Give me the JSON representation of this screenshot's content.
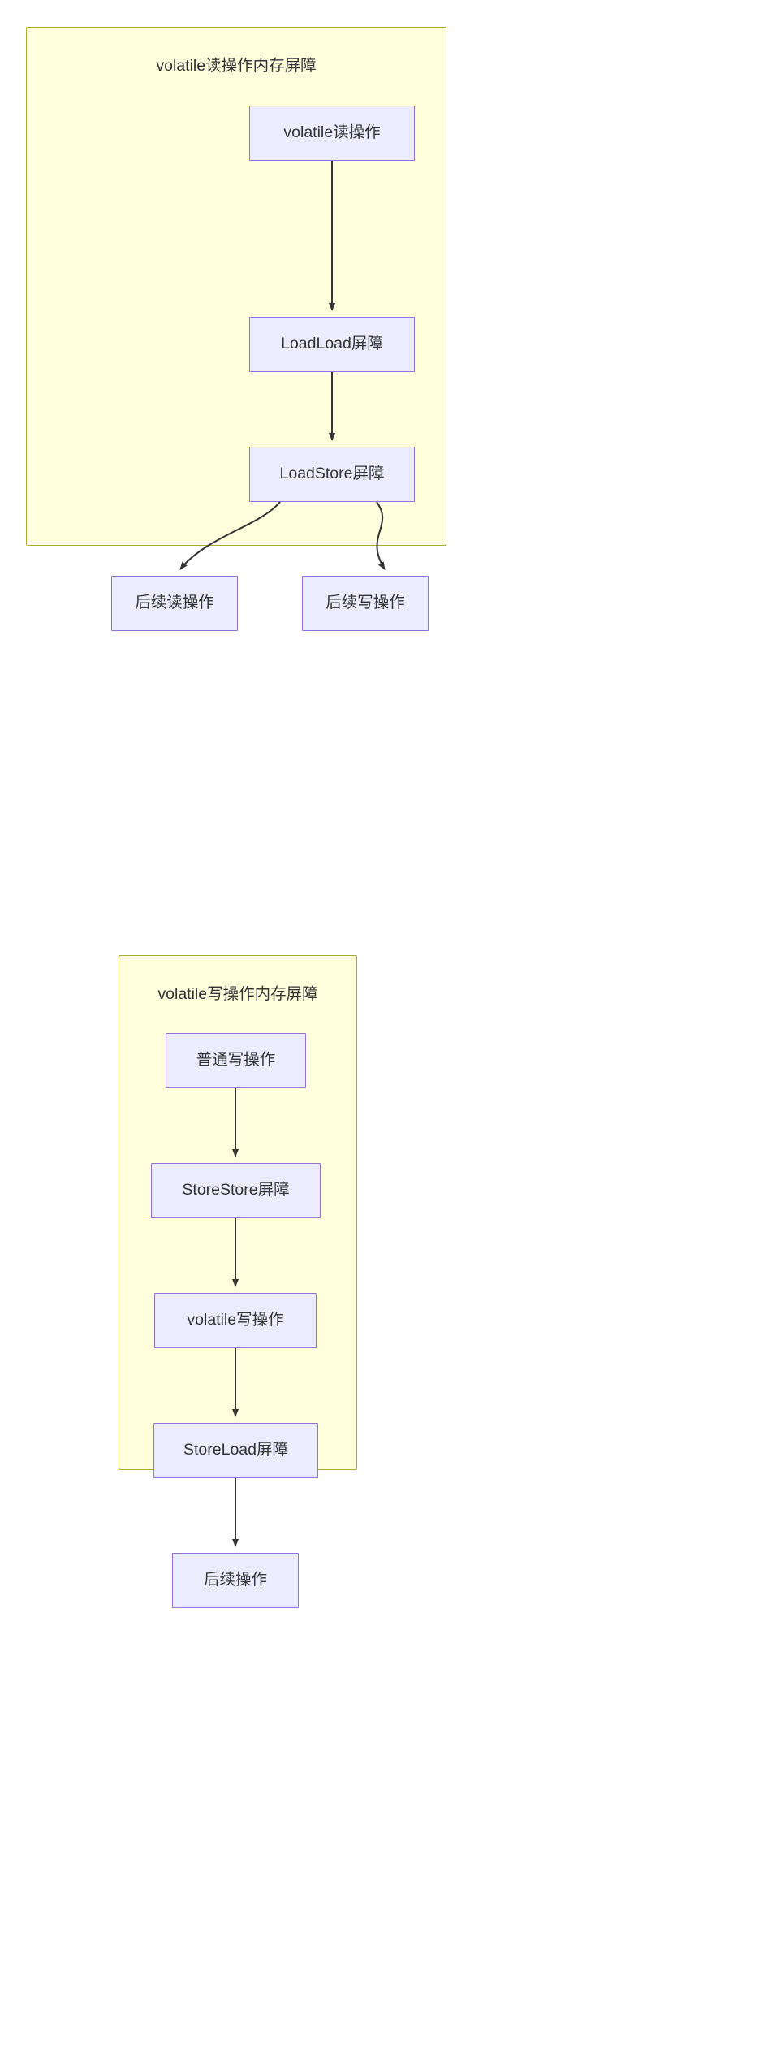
{
  "diagram": {
    "type": "flowchart",
    "title_visible": false,
    "background_color": "#ffffff",
    "cluster_fill": "#ffffde",
    "cluster_stroke": "#aaaa33",
    "node_fill": "#ececff",
    "node_stroke": "#9370db",
    "text_color": "#333333",
    "edge_color": "#333333"
  },
  "clusters": [
    {
      "id": "read-barrier-cluster",
      "title": "volatile读操作内存屏障",
      "nodes": [
        {
          "id": "volatile-read",
          "label": "volatile读操作"
        },
        {
          "id": "loadload-barrier",
          "label": "LoadLoad屏障"
        },
        {
          "id": "loadstore-barrier",
          "label": "LoadStore屏障"
        },
        {
          "id": "subsequent-read",
          "label": "后续读操作"
        },
        {
          "id": "subsequent-write",
          "label": "后续写操作"
        }
      ],
      "edges": [
        {
          "from": "volatile-read",
          "to": "loadload-barrier"
        },
        {
          "from": "loadload-barrier",
          "to": "loadstore-barrier"
        },
        {
          "from": "loadstore-barrier",
          "to": "subsequent-read"
        },
        {
          "from": "loadstore-barrier",
          "to": "subsequent-write"
        }
      ]
    },
    {
      "id": "write-barrier-cluster",
      "title": "volatile写操作内存屏障",
      "nodes": [
        {
          "id": "normal-write",
          "label": "普通写操作"
        },
        {
          "id": "storestore-barrier",
          "label": "StoreStore屏障"
        },
        {
          "id": "volatile-write",
          "label": "volatile写操作"
        },
        {
          "id": "storeload-barrier",
          "label": "StoreLoad屏障"
        },
        {
          "id": "subsequent-op",
          "label": "后续操作"
        }
      ],
      "edges": [
        {
          "from": "normal-write",
          "to": "storestore-barrier"
        },
        {
          "from": "storestore-barrier",
          "to": "volatile-write"
        },
        {
          "from": "volatile-write",
          "to": "storeload-barrier"
        },
        {
          "from": "storeload-barrier",
          "to": "subsequent-op"
        }
      ]
    }
  ]
}
